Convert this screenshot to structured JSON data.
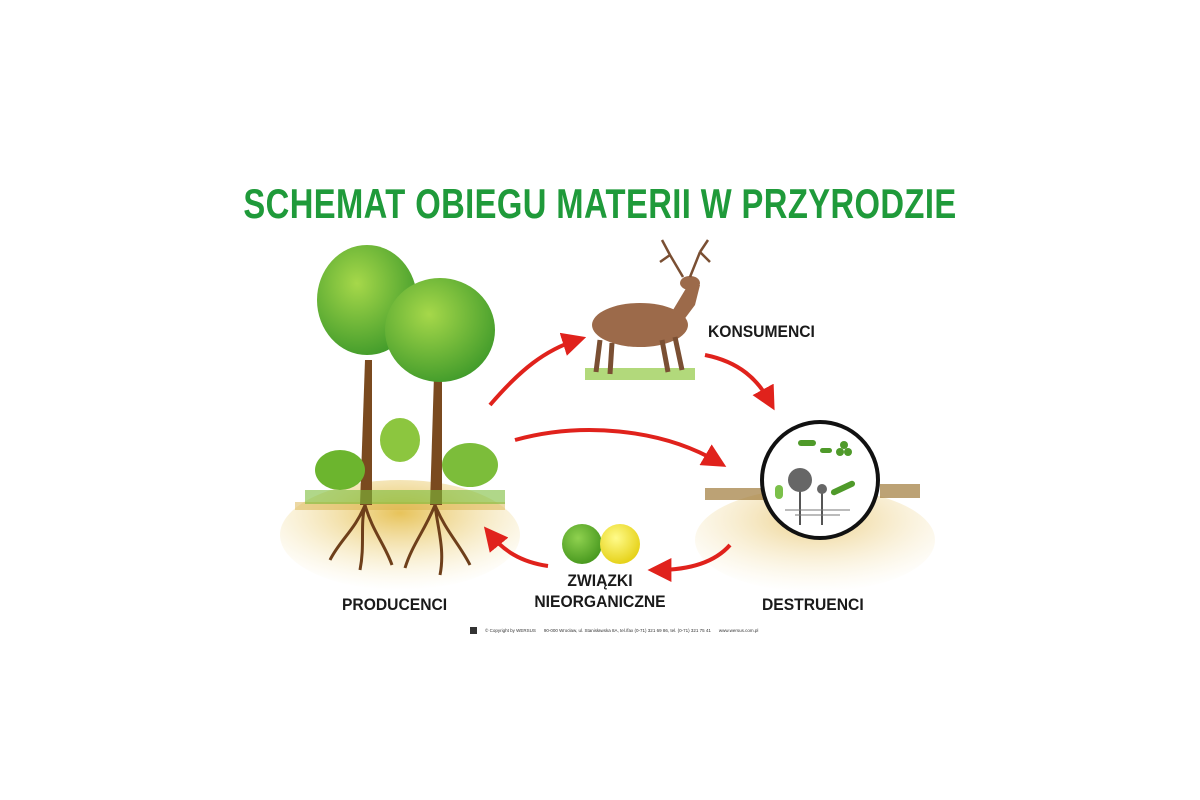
{
  "title": "SCHEMAT OBIEGU MATERII W PRZYRODZIE",
  "nodes": {
    "producers": "PRODUCENCI",
    "consumers": "KONSUMENCI",
    "decomposers": "DESTRUENCI",
    "inorganic_line1": "ZWIĄZKI",
    "inorganic_line2": "NIEORGANICZNE"
  },
  "footer": {
    "copyright": "© Copyright by WERSUS",
    "address": "90-000 Wrocław, ul. Stanisławska 8A, tel./fax (0-71) 321 69 86, tel. (0-71) 321 75 41",
    "website": "www.wersus.com.pl"
  },
  "colors": {
    "title": "#1f9a3a",
    "arrow": "#e0221c",
    "soil": "#e7c35a",
    "foliage": "#6cb52e",
    "trunk": "#7a4a1f",
    "deer": "#9c6a4a",
    "ball_green": "#5aa82a",
    "ball_yellow": "#f0e22a"
  }
}
